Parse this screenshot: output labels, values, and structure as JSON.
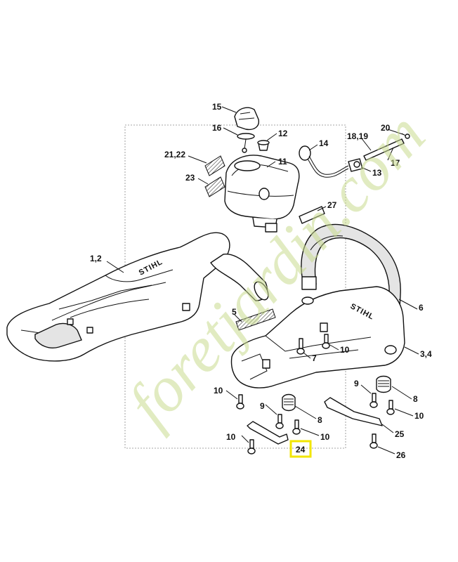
{
  "watermark": "foretjardin.com",
  "brand_marks": [
    "STIHL",
    "STIHL"
  ],
  "highlight": {
    "label": "24",
    "color": "#f2e600"
  },
  "callouts": [
    {
      "id": "c15",
      "label": "15"
    },
    {
      "id": "c16",
      "label": "16"
    },
    {
      "id": "c12",
      "label": "12"
    },
    {
      "id": "c14",
      "label": "14"
    },
    {
      "id": "c20",
      "label": "20"
    },
    {
      "id": "c1819",
      "label": "18,19"
    },
    {
      "id": "c2122",
      "label": "21,22"
    },
    {
      "id": "c11",
      "label": "11"
    },
    {
      "id": "c17",
      "label": "17"
    },
    {
      "id": "c13",
      "label": "13"
    },
    {
      "id": "c23",
      "label": "23"
    },
    {
      "id": "c27",
      "label": "27"
    },
    {
      "id": "c12b",
      "label": "1,2"
    },
    {
      "id": "c6",
      "label": "6"
    },
    {
      "id": "c5",
      "label": "5"
    },
    {
      "id": "c10a",
      "label": "10"
    },
    {
      "id": "c34",
      "label": "3,4"
    },
    {
      "id": "c7",
      "label": "7"
    },
    {
      "id": "c10b",
      "label": "10"
    },
    {
      "id": "c9a",
      "label": "9"
    },
    {
      "id": "c8a",
      "label": "8"
    },
    {
      "id": "c9b",
      "label": "9"
    },
    {
      "id": "c8b",
      "label": "8"
    },
    {
      "id": "c10c",
      "label": "10"
    },
    {
      "id": "c10d",
      "label": "10"
    },
    {
      "id": "c25",
      "label": "25"
    },
    {
      "id": "c10e",
      "label": "10"
    },
    {
      "id": "c26",
      "label": "26"
    }
  ]
}
